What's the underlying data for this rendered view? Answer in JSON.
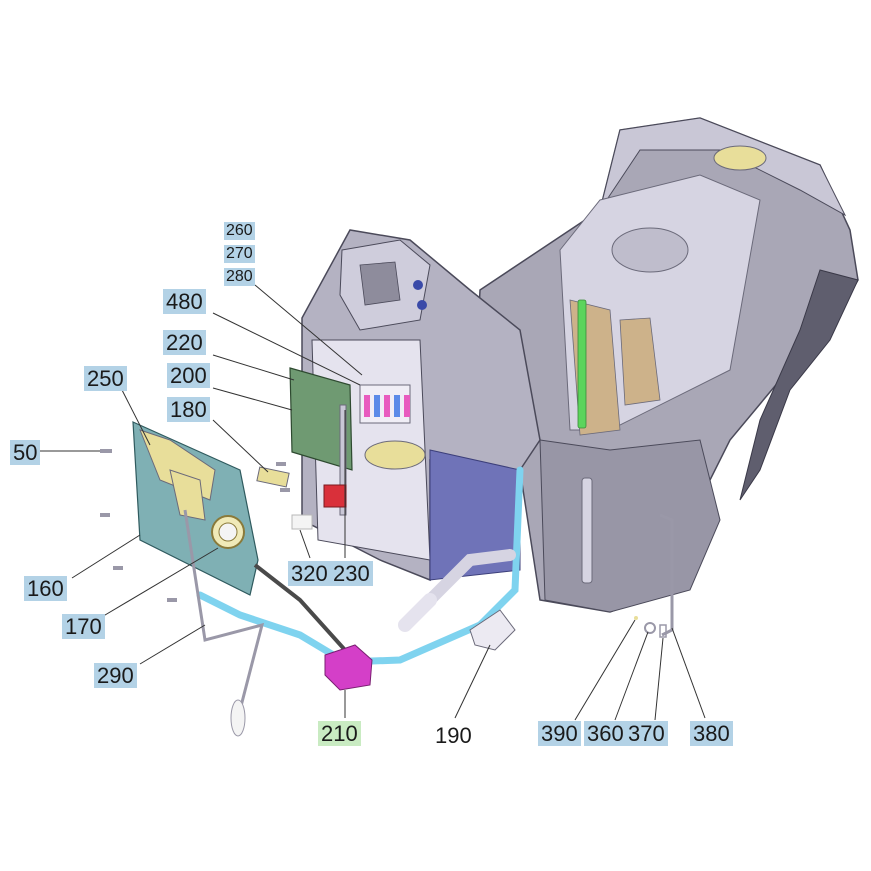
{
  "colors": {
    "callout_blue": "#b3d2e6",
    "callout_green": "#c9ebc2",
    "housing_grey": "#a9a7b6",
    "housing_dark": "#5f5e6e",
    "tank_blue": "#6f73b8",
    "hose_blue": "#7fd3ef",
    "board_green": "#6f9a72",
    "handle_yellow": "#e8de9a",
    "pump_magenta": "#d43fc8",
    "pipe_green": "#5cd45c"
  },
  "callouts": {
    "c50": "50",
    "c160": "160",
    "c170": "170",
    "c180": "180",
    "c190": "190",
    "c200": "200",
    "c210": "210",
    "c220": "220",
    "c230": "230",
    "c250": "250",
    "c260": "260",
    "c270": "270",
    "c280": "280",
    "c290": "290",
    "c320": "320",
    "c360": "360",
    "c370": "370",
    "c380": "380",
    "c390": "390",
    "c480": "480"
  }
}
